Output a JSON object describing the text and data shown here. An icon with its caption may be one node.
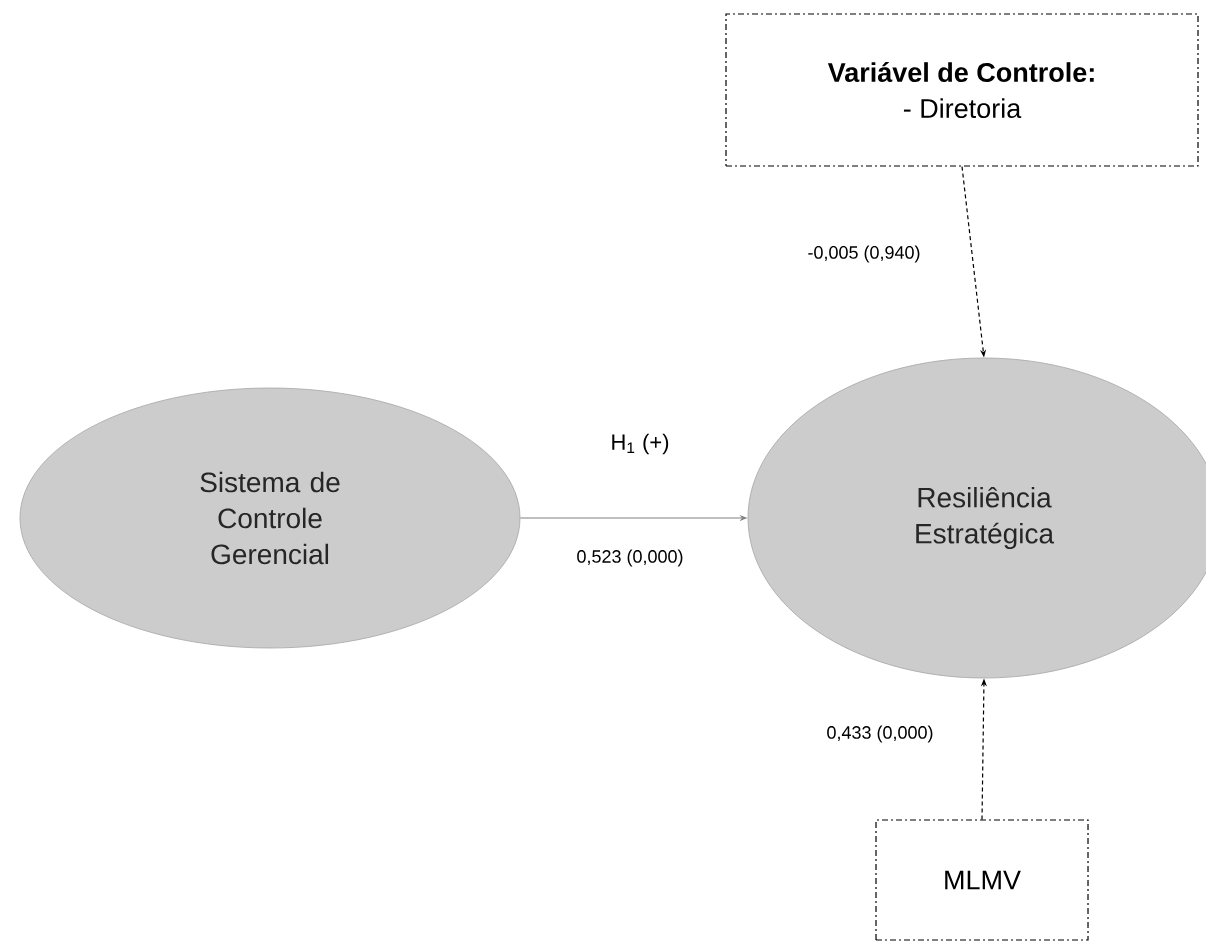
{
  "diagram": {
    "nodes": [
      {
        "text": [
          "Variável de Controle:",
          "- Diretoria"
        ]
      },
      {
        "text": [
          "Sistema de Controle Gerencial"
        ]
      },
      {
        "text": [
          "Resiliência Estratégica"
        ]
      },
      {
        "text": [
          "MLMV"
        ]
      }
    ],
    "edges": [
      {
        "from": 1,
        "to": 2,
        "arrow": "to",
        "color": "#808080",
        "label": "0,523 (0,000)"
      },
      {
        "from": 0,
        "to": 2,
        "arrow": "to",
        "style": "dashed",
        "label": "-0,005 (0,940)"
      },
      {
        "from": 3,
        "to": 2,
        "arrow": "to",
        "style": "dashed",
        "label": "0,433 (0,000)"
      }
    ],
    "labels": [
      "H$_{1}$ (+)"
    ]
  }
}
